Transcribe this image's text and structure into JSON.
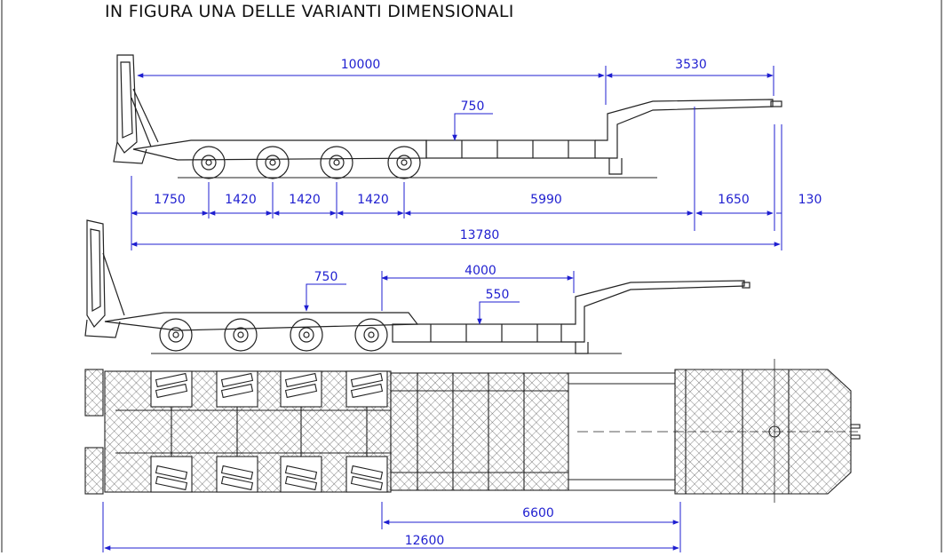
{
  "title": "IN FIGURA UNA DELLE VARIANTI DIMENSIONALI",
  "colors": {
    "dimension": "#1f1fd0",
    "drawing": "#222222",
    "background": "#ffffff"
  },
  "top_view_dimensions": {
    "deck_length": "10000",
    "gooseneck_length": "3530",
    "ramp_height_marker": "750",
    "ramp_to_first_axle": "1750",
    "axle_spacing_1": "1420",
    "axle_spacing_2": "1420",
    "axle_spacing_3": "1420",
    "last_axle_to_kingpin": "5990",
    "kingpin_to_front": "1650",
    "front_overhang": "130",
    "overall_length": "13780"
  },
  "middle_view_dimensions": {
    "ramp_height_marker": "750",
    "extension_length": "4000",
    "deck_height_marker": "550"
  },
  "plan_view_dimensions": {
    "extendable_deck": "6600",
    "overall_length": "12600"
  }
}
